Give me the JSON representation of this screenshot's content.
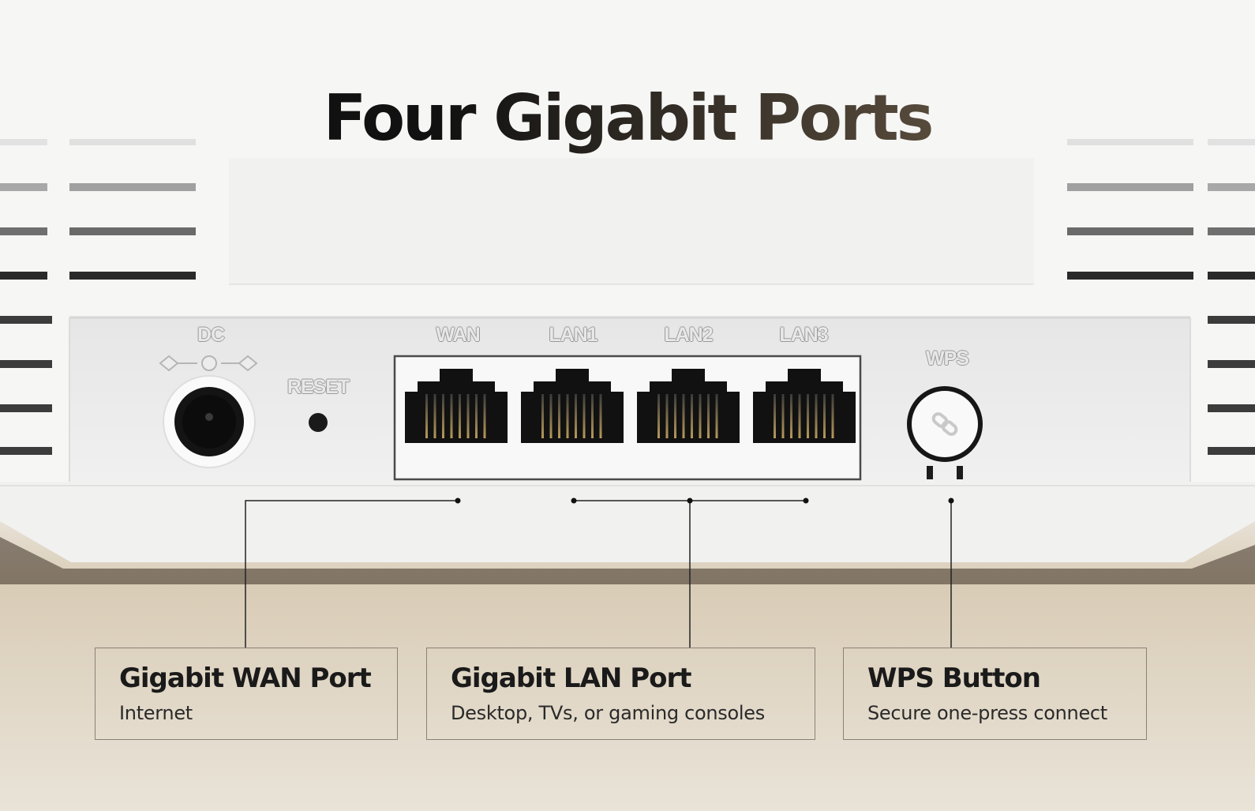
{
  "title": "Four Gigabit Ports",
  "device_labels": {
    "dc": "DC",
    "reset": "RESET",
    "wan": "WAN",
    "lan1": "LAN1",
    "lan2": "LAN2",
    "lan3": "LAN3",
    "wps": "WPS"
  },
  "callouts": [
    {
      "heading": "Gigabit WAN Port",
      "description": "Internet"
    },
    {
      "heading": "Gigabit LAN Port",
      "description": "Desktop, TVs, or gaming consoles"
    },
    {
      "heading": "WPS Button",
      "description": "Secure one-press connect"
    }
  ],
  "icons": [
    "dc-polarity-icon",
    "dc-power-jack",
    "reset-pinhole",
    "ethernet-port",
    "wps-link-icon"
  ],
  "colors": {
    "background_top": "#f4f3f1",
    "background_bottom": "#cbbda3",
    "router_body": "#f7f7f7",
    "port_panel": "#ececec",
    "callout_border": "#8a8177"
  }
}
